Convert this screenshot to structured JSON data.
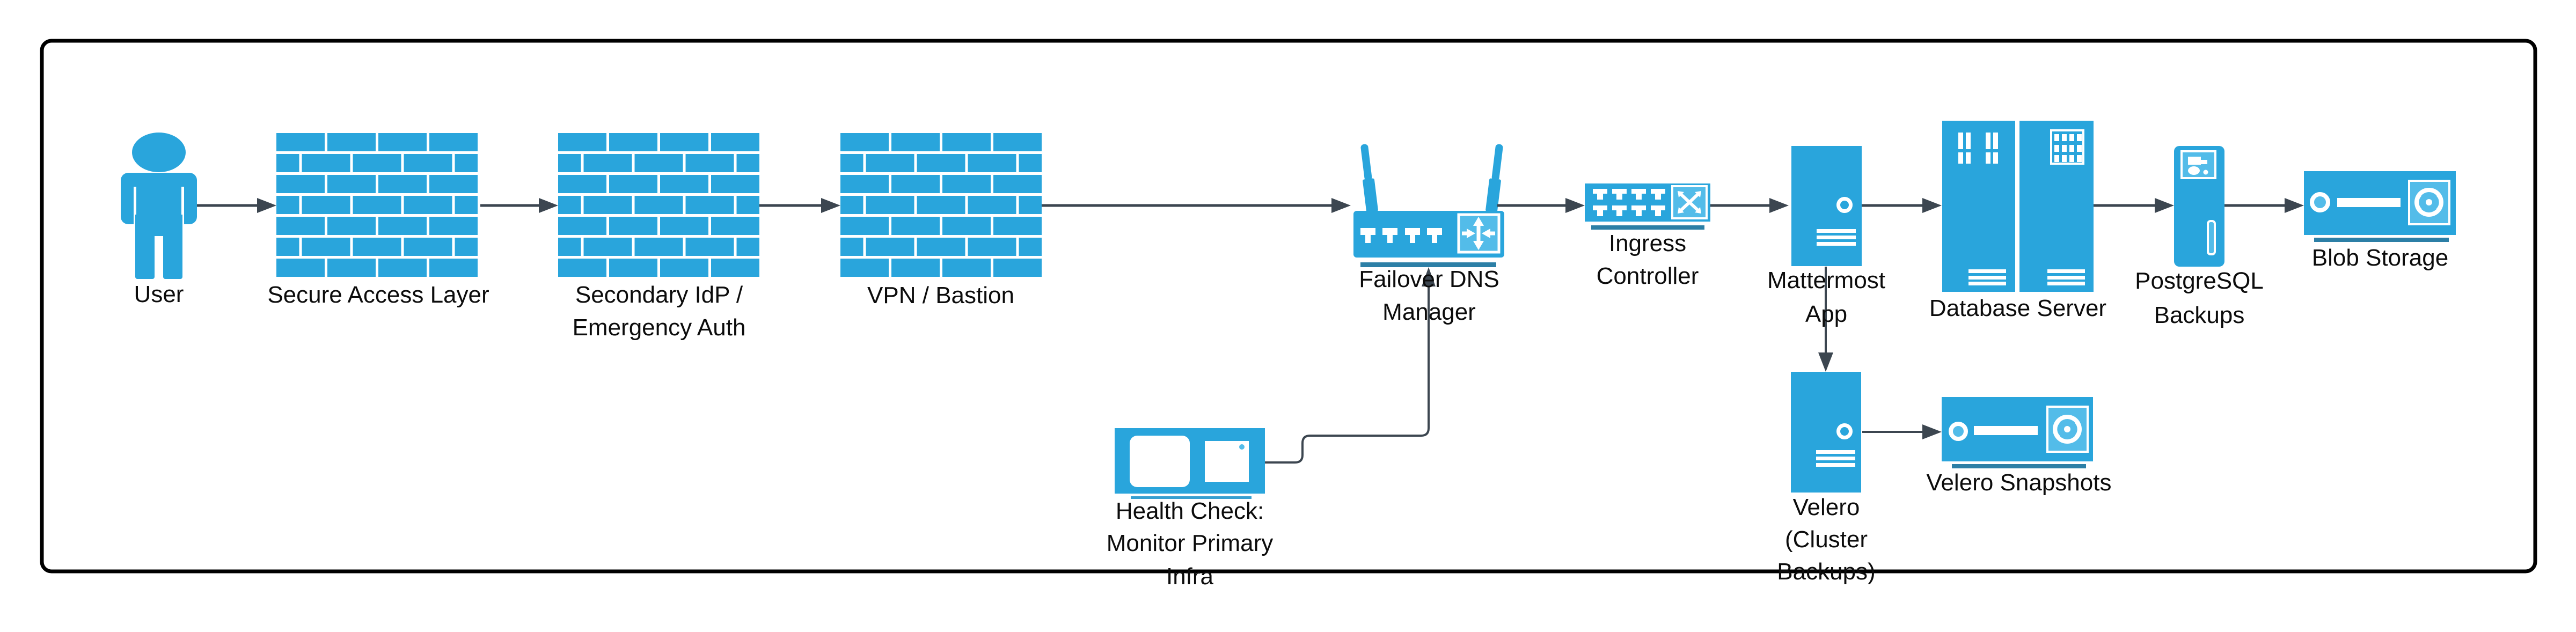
{
  "diagram": {
    "type": "infrastructure-flow-diagram",
    "colors": {
      "icon_blue": "#29A5DC",
      "icon_blue_light": "#53BCE9",
      "underline_blue": "#2C7FA6",
      "underline_blue_light": "#379FD0",
      "connector_dark": "#3C4650",
      "border_black": "#000000",
      "background": "#FFFFFF",
      "text": "#0C0C0C"
    },
    "nodes": {
      "user": {
        "icon": "person-icon",
        "label": "User"
      },
      "secure_access": {
        "icon": "firewall-icon",
        "label": "Secure Access Layer"
      },
      "secondary_idp": {
        "icon": "firewall-icon",
        "label_line1": "Secondary IdP /",
        "label_line2": "Emergency Auth"
      },
      "vpn_bastion": {
        "icon": "firewall-icon",
        "label": "VPN / Bastion"
      },
      "failover_dns": {
        "icon": "wireless-router-icon",
        "label_line1": "Failover DNS",
        "label_line2": "Manager"
      },
      "ingress": {
        "icon": "switch-icon",
        "label_line1": "Ingress",
        "label_line2": "Controller"
      },
      "mattermost": {
        "icon": "tower-server-icon",
        "label_line1": "Mattermost",
        "label_line2": "App"
      },
      "database": {
        "icon": "rack-servers-icon",
        "label": "Database Server"
      },
      "postgres": {
        "icon": "tower-server-icon",
        "label_line1": "PostgreSQL",
        "label_line2": "Backups"
      },
      "blob": {
        "icon": "storage-device-icon",
        "label": "Blob Storage"
      },
      "health_check": {
        "icon": "monitor-icon",
        "label_line1": "Health Check:",
        "label_line2": "Monitor Primary",
        "label_line3": "Infra"
      },
      "velero": {
        "icon": "tower-server-icon",
        "label_line1": "Velero",
        "label_line2": "(Cluster",
        "label_line3": "Backups)"
      },
      "velero_snapshots": {
        "icon": "storage-device-icon",
        "label": "Velero Snapshots"
      }
    },
    "edges": [
      {
        "from": "user",
        "to": "secure_access"
      },
      {
        "from": "secure_access",
        "to": "secondary_idp"
      },
      {
        "from": "secondary_idp",
        "to": "vpn_bastion"
      },
      {
        "from": "vpn_bastion",
        "to": "failover_dns"
      },
      {
        "from": "failover_dns",
        "to": "ingress"
      },
      {
        "from": "ingress",
        "to": "mattermost"
      },
      {
        "from": "mattermost",
        "to": "database"
      },
      {
        "from": "database",
        "to": "postgres"
      },
      {
        "from": "postgres",
        "to": "blob"
      },
      {
        "from": "health_check",
        "to": "failover_dns"
      },
      {
        "from": "mattermost",
        "to": "velero"
      },
      {
        "from": "velero",
        "to": "velero_snapshots"
      }
    ]
  }
}
